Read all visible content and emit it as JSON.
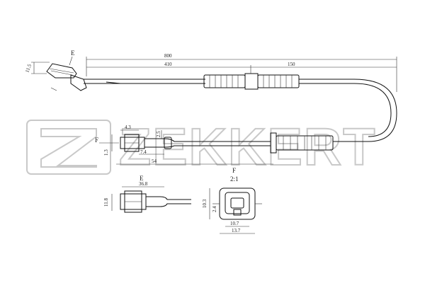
{
  "watermark": {
    "brand": "ZEKKERT",
    "logo": "z-logo-icon",
    "color": "#c9c9c9"
  },
  "dimensions": {
    "total_length": "800",
    "section_a": "410",
    "section_b": "150",
    "sensor_angle": "11.5",
    "conn_4_3": "4.3",
    "conn_2_5": "2.5",
    "conn_1_3": "1.3",
    "conn_7_4": "7.4",
    "conn_54": "54",
    "side_width": "36.8",
    "side_height": "11.8",
    "front_height": "10.3",
    "front_inner": "2.4",
    "front_w1": "10.7",
    "front_w2": "13.7"
  },
  "views": {
    "view_e_marker": "E",
    "view_f_marker": "F",
    "view_e_title": "E",
    "view_f_title": "F",
    "view_f_scale": "2:1"
  }
}
